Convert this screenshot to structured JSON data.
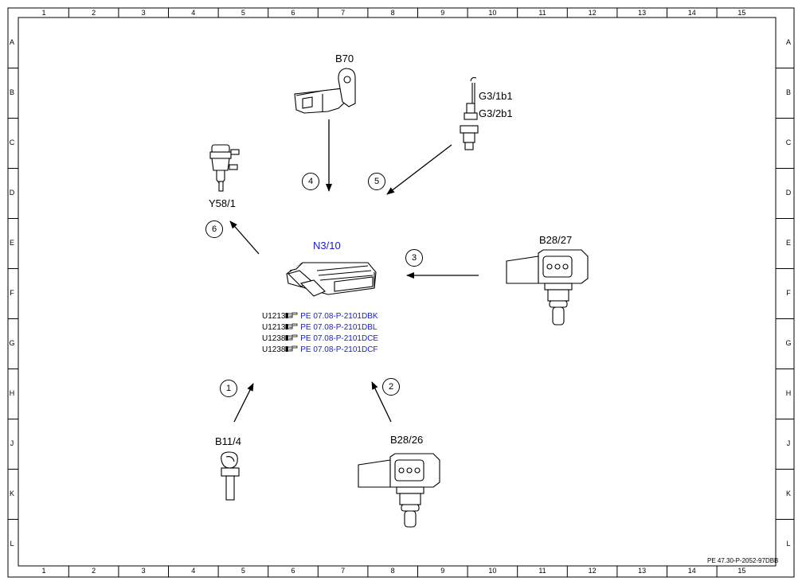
{
  "grid": {
    "columns": [
      "1",
      "2",
      "3",
      "4",
      "5",
      "6",
      "7",
      "8",
      "9",
      "10",
      "11",
      "12",
      "13",
      "14",
      "15"
    ],
    "rows": [
      "A",
      "B",
      "C",
      "D",
      "E",
      "F",
      "G",
      "H",
      "J",
      "K",
      "L"
    ]
  },
  "components": {
    "b70": "B70",
    "g3": [
      "G3/1b1",
      "G3/2b1"
    ],
    "y58": "Y58/1",
    "n310": "N3/10",
    "b2827": "B28/27",
    "b114": "B11/4",
    "b2826": "B28/26"
  },
  "arrows": [
    {
      "number": "1"
    },
    {
      "number": "2"
    },
    {
      "number": "3"
    },
    {
      "number": "4"
    },
    {
      "number": "5"
    },
    {
      "number": "6"
    }
  ],
  "references": [
    {
      "code": "U1213",
      "link": "PE 07.08-P-2101DBK"
    },
    {
      "code": "U1213",
      "link": "PE 07.08-P-2101DBL"
    },
    {
      "code": "U1238",
      "link": "PE 07.08-P-2101DCE"
    },
    {
      "code": "U1238",
      "link": "PE 07.08-P-2101DCF"
    }
  ],
  "document_id": "PE 47.30-P-2052-97DBB",
  "colors": {
    "link": "#1a1acc",
    "line": "#000000",
    "background": "#ffffff"
  }
}
